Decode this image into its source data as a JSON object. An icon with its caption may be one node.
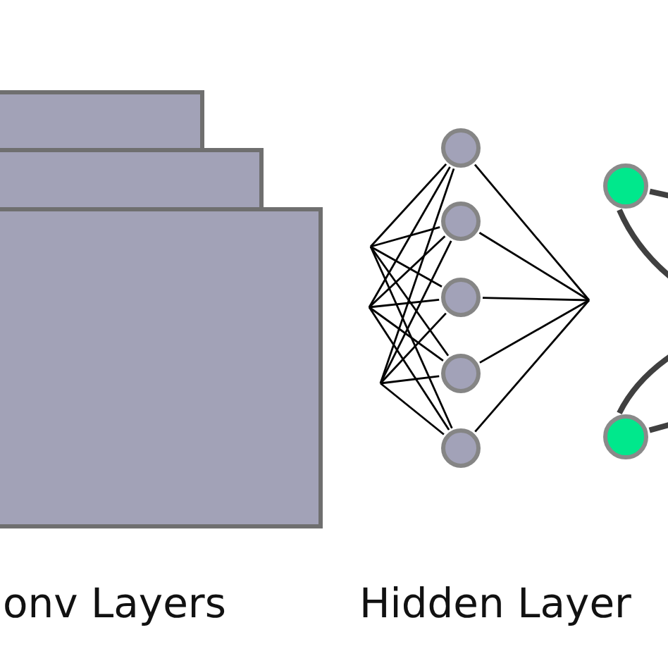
{
  "diagram": {
    "nodes": [
      {
        "text": [],
        "shape": "box"
      },
      {
        "text": [],
        "shape": "box"
      },
      {
        "text": [],
        "shape": "box"
      },
      {
        "text": [],
        "shape": "circle"
      },
      {
        "text": [],
        "shape": "circle"
      },
      {
        "text": [],
        "shape": "circle"
      },
      {
        "text": [],
        "shape": "circle"
      },
      {
        "text": [],
        "shape": "circle"
      },
      {
        "text": [],
        "shape": "circle"
      },
      {
        "text": [],
        "shape": "circle"
      }
    ],
    "edges": [
      {
        "from": null,
        "to": 3,
        "arrow": "none"
      },
      {
        "from": null,
        "to": 4,
        "arrow": "none"
      },
      {
        "from": null,
        "to": 5,
        "arrow": "none"
      },
      {
        "from": null,
        "to": 6,
        "arrow": "none"
      },
      {
        "from": null,
        "to": 7,
        "arrow": "none"
      },
      {
        "from": null,
        "to": 3,
        "arrow": "none"
      },
      {
        "from": null,
        "to": 4,
        "arrow": "none"
      },
      {
        "from": null,
        "to": 5,
        "arrow": "none"
      },
      {
        "from": null,
        "to": 6,
        "arrow": "none"
      },
      {
        "from": null,
        "to": 7,
        "arrow": "none"
      },
      {
        "from": null,
        "to": 3,
        "arrow": "none"
      },
      {
        "from": null,
        "to": 4,
        "arrow": "none"
      },
      {
        "from": null,
        "to": 5,
        "arrow": "none"
      },
      {
        "from": null,
        "to": 6,
        "arrow": "none"
      },
      {
        "from": null,
        "to": 7,
        "arrow": "none"
      },
      {
        "from": 3,
        "to": null,
        "arrow": "none"
      },
      {
        "from": 4,
        "to": null,
        "arrow": "none"
      },
      {
        "from": 5,
        "to": null,
        "arrow": "none"
      },
      {
        "from": 6,
        "to": null,
        "arrow": "none"
      },
      {
        "from": 7,
        "to": null,
        "arrow": "none"
      },
      {
        "from": 8,
        "to": null,
        "arrow": "none",
        "style": "thick",
        "color": "#404040"
      },
      {
        "from": 8,
        "to": null,
        "arrow": "none",
        "style": "thick",
        "color": "#404040"
      },
      {
        "from": 9,
        "to": null,
        "arrow": "none",
        "style": "thick",
        "color": "#404040"
      },
      {
        "from": 9,
        "to": null,
        "arrow": "none",
        "style": "thick",
        "color": "#404040"
      }
    ],
    "labels": [
      "onv Layers",
      "Hidden Layer"
    ]
  }
}
